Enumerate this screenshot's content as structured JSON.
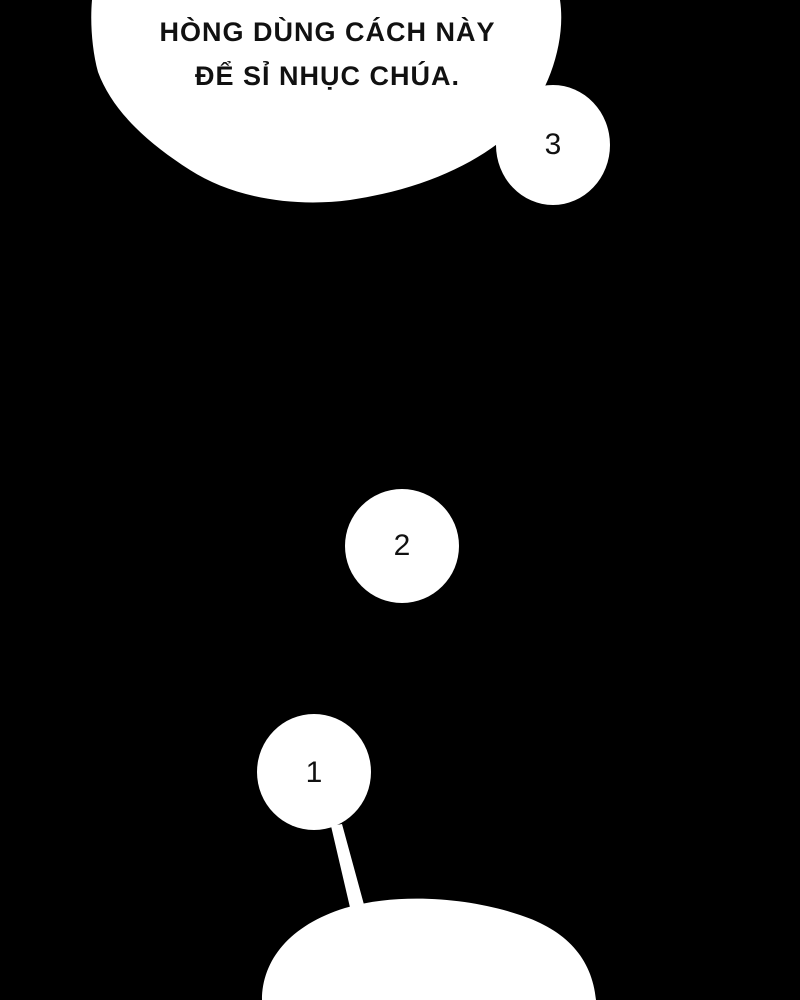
{
  "panel": {
    "background_color": "#000000",
    "bubble_color": "#ffffff",
    "text_color": "#111111"
  },
  "dialogue_top": {
    "line1": "HÒNG DÙNG CÁCH NÀY",
    "line2": "ĐỂ SỈ NHỤC CHÚA."
  },
  "thought_bubbles": [
    {
      "label": "3"
    },
    {
      "label": "2"
    },
    {
      "label": "1"
    }
  ]
}
